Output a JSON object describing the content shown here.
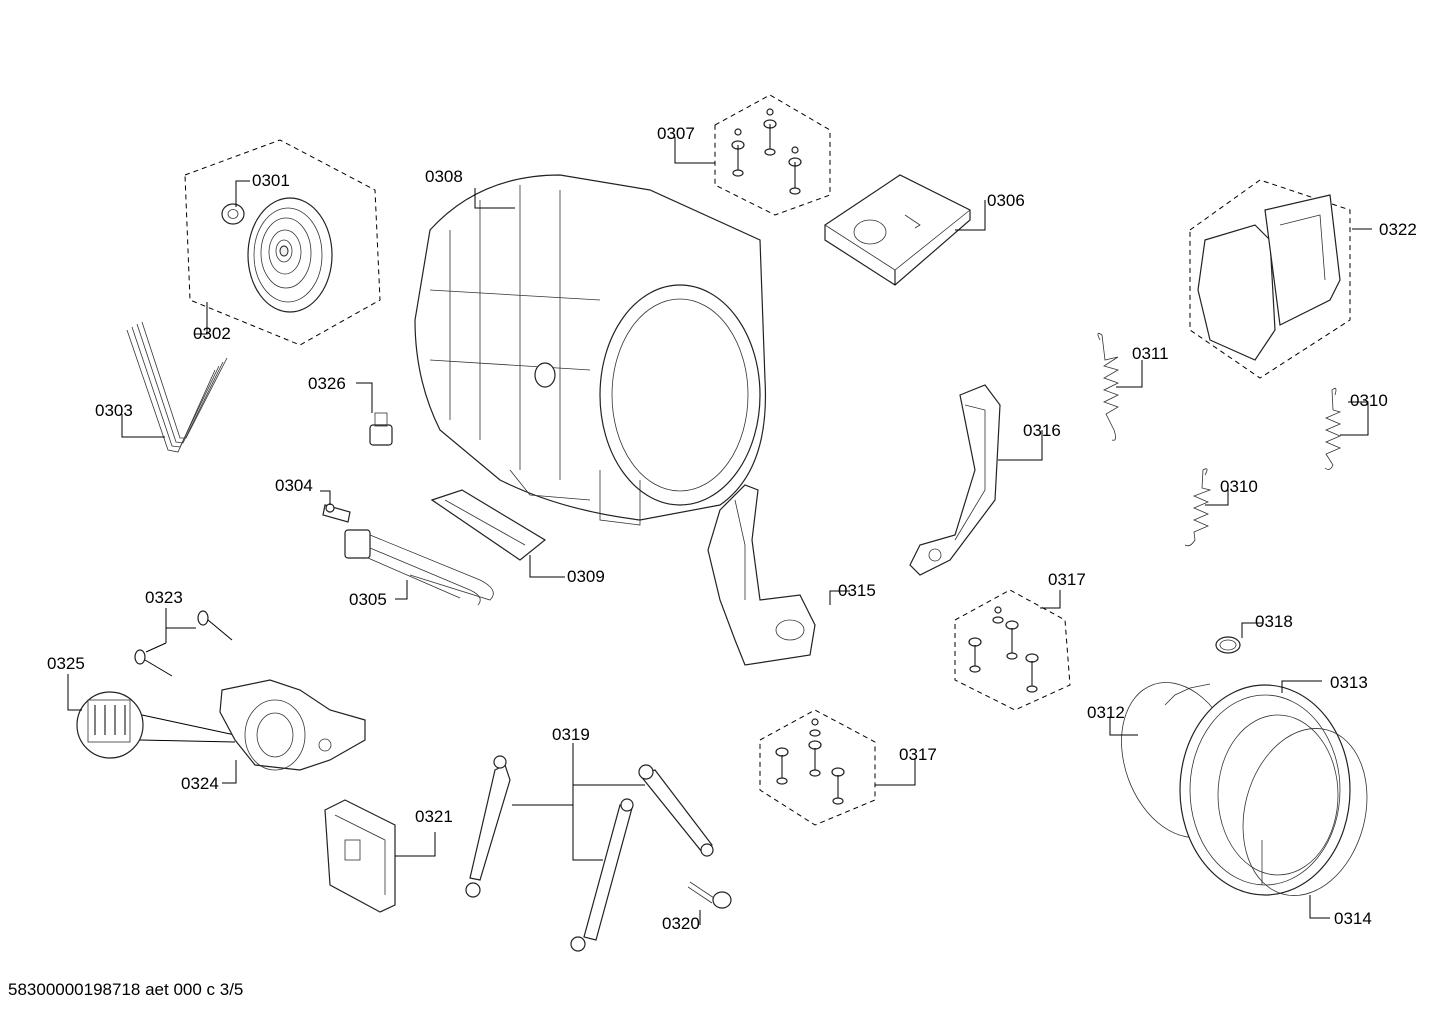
{
  "labels": {
    "p0301": "0301",
    "p0302": "0302",
    "p0303": "0303",
    "p0304": "0304",
    "p0305": "0305",
    "p0306": "0306",
    "p0307": "0307",
    "p0308": "0308",
    "p0309": "0309",
    "p0310a": "0310",
    "p0310b": "0310",
    "p0311": "0311",
    "p0312": "0312",
    "p0313": "0313",
    "p0314": "0314",
    "p0315": "0315",
    "p0316": "0316",
    "p0317a": "0317",
    "p0317b": "0317",
    "p0318": "0318",
    "p0319": "0319",
    "p0320": "0320",
    "p0321": "0321",
    "p0322": "0322",
    "p0323": "0323",
    "p0324": "0324",
    "p0325": "0325",
    "p0326": "0326"
  },
  "footer": "58300000198718 aet 000 c 3/5"
}
